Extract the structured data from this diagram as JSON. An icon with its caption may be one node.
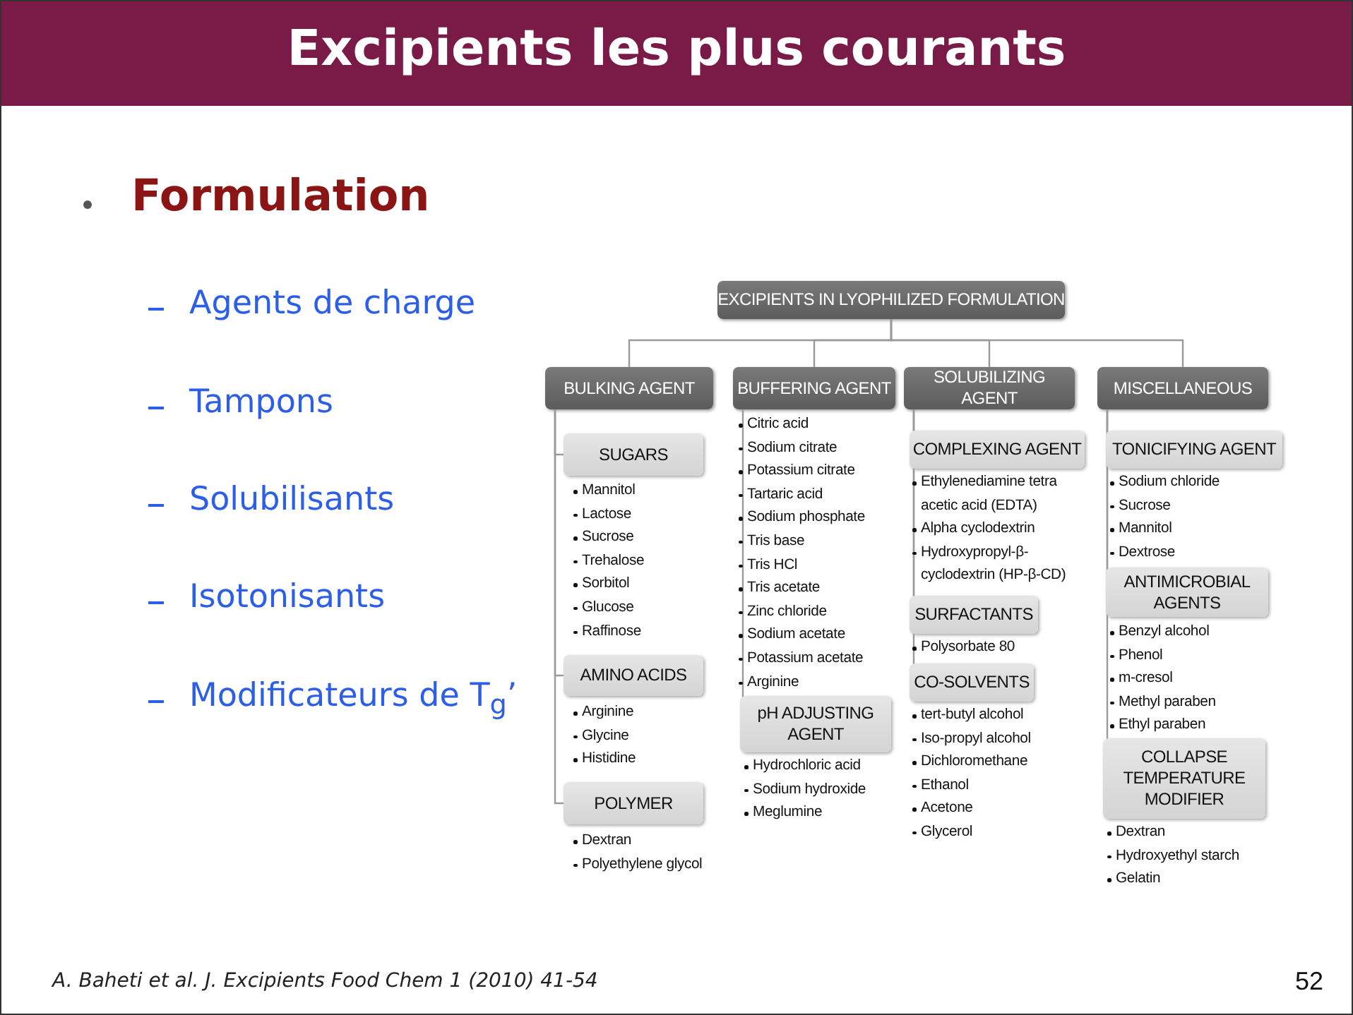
{
  "diagram": {
    "title": "Excipients les plus courants",
    "nodes": [
      {
        "text": [
          "EXCIPIENTS IN LYOPHILIZED FORMULATION"
        ]
      },
      {
        "text": [
          "BULKING AGENT"
        ]
      },
      {
        "text": [
          "BUFFERING AGENT"
        ],
        "beside": [
          "Citric acid",
          "Sodium citrate",
          "Potassium citrate",
          "Tartaric acid",
          "Sodium phosphate",
          "Tris base",
          "Tris HCl",
          "Tris acetate",
          "Zinc chloride",
          "Sodium acetate",
          "Potassium acetate",
          "Arginine"
        ]
      },
      {
        "text": [
          "SOLUBILIZING AGENT"
        ]
      },
      {
        "text": [
          "MISCELLANEOUS"
        ]
      },
      {
        "text": [
          "SUGARS"
        ],
        "beside": [
          "Mannitol",
          "Lactose",
          "Sucrose",
          "Trehalose",
          "Sorbitol",
          "Glucose",
          "Raffinose"
        ]
      },
      {
        "text": [
          "AMINO ACIDS"
        ],
        "beside": [
          "Arginine",
          "Glycine",
          "Histidine"
        ]
      },
      {
        "text": [
          "POLYMER"
        ],
        "beside": [
          "Dextran",
          "Polyethylene glycol"
        ]
      },
      {
        "text": [
          "pH ADJUSTING AGENT"
        ],
        "beside": [
          "Hydrochloric acid",
          "Sodium hydroxide",
          "Meglumine"
        ]
      },
      {
        "text": [
          "COMPLEXING AGENT"
        ],
        "beside": [
          "Ethylenediamine tetra acetic acid (EDTA)",
          "Alpha cyclodextrin",
          "Hydroxypropyl-β-cyclodextrin (HP-β-CD)"
        ]
      },
      {
        "text": [
          "SURFACTANTS"
        ],
        "beside": [
          "Polysorbate 80"
        ]
      },
      {
        "text": [
          "CO-SOLVENTS"
        ],
        "beside": [
          "tert-butyl alcohol",
          "Iso-propyl alcohol",
          "Dichloromethane",
          "Ethanol",
          "Acetone",
          "Glycerol"
        ]
      },
      {
        "text": [
          "TONICIFYING AGENT"
        ],
        "beside": [
          "Sodium chloride",
          "Sucrose",
          "Mannitol",
          "Dextrose"
        ]
      },
      {
        "text": [
          "ANTIMICROBIAL AGENTS"
        ],
        "beside": [
          "Benzyl alcohol",
          "Phenol",
          "m-cresol",
          "Methyl paraben",
          "Ethyl paraben"
        ]
      },
      {
        "text": [
          "COLLAPSE TEMPERATURE MODIFIER"
        ],
        "beside": [
          "Dextran",
          "Hydroxyethyl starch",
          "Gelatin"
        ]
      }
    ],
    "edges": [
      {
        "from": 0,
        "to": 1,
        "arrow": "none"
      },
      {
        "from": 0,
        "to": 2,
        "arrow": "none"
      },
      {
        "from": 0,
        "to": 3,
        "arrow": "none"
      },
      {
        "from": 0,
        "to": 4,
        "arrow": "none"
      },
      {
        "from": 1,
        "to": 5,
        "arrow": "none"
      },
      {
        "from": 1,
        "to": 6,
        "arrow": "none"
      },
      {
        "from": 1,
        "to": 7,
        "arrow": "none"
      },
      {
        "from": 2,
        "to": 8,
        "arrow": "none"
      },
      {
        "from": 3,
        "to": 9,
        "arrow": "none"
      },
      {
        "from": 3,
        "to": 10,
        "arrow": "none"
      },
      {
        "from": 3,
        "to": 11,
        "arrow": "none"
      },
      {
        "from": 4,
        "to": 12,
        "arrow": "none"
      },
      {
        "from": 4,
        "to": 13,
        "arrow": "none"
      },
      {
        "from": 4,
        "to": 14,
        "arrow": "none"
      }
    ],
    "labels": [
      "Formulation",
      "Agents de charge",
      "Tampons",
      "Solubilisants",
      "Isotonisants",
      "Modificateurs de T$_{g}$’",
      "A. Baheti et al. J. Excipients Food Chem 1 (2010) 41-54",
      "52"
    ]
  }
}
